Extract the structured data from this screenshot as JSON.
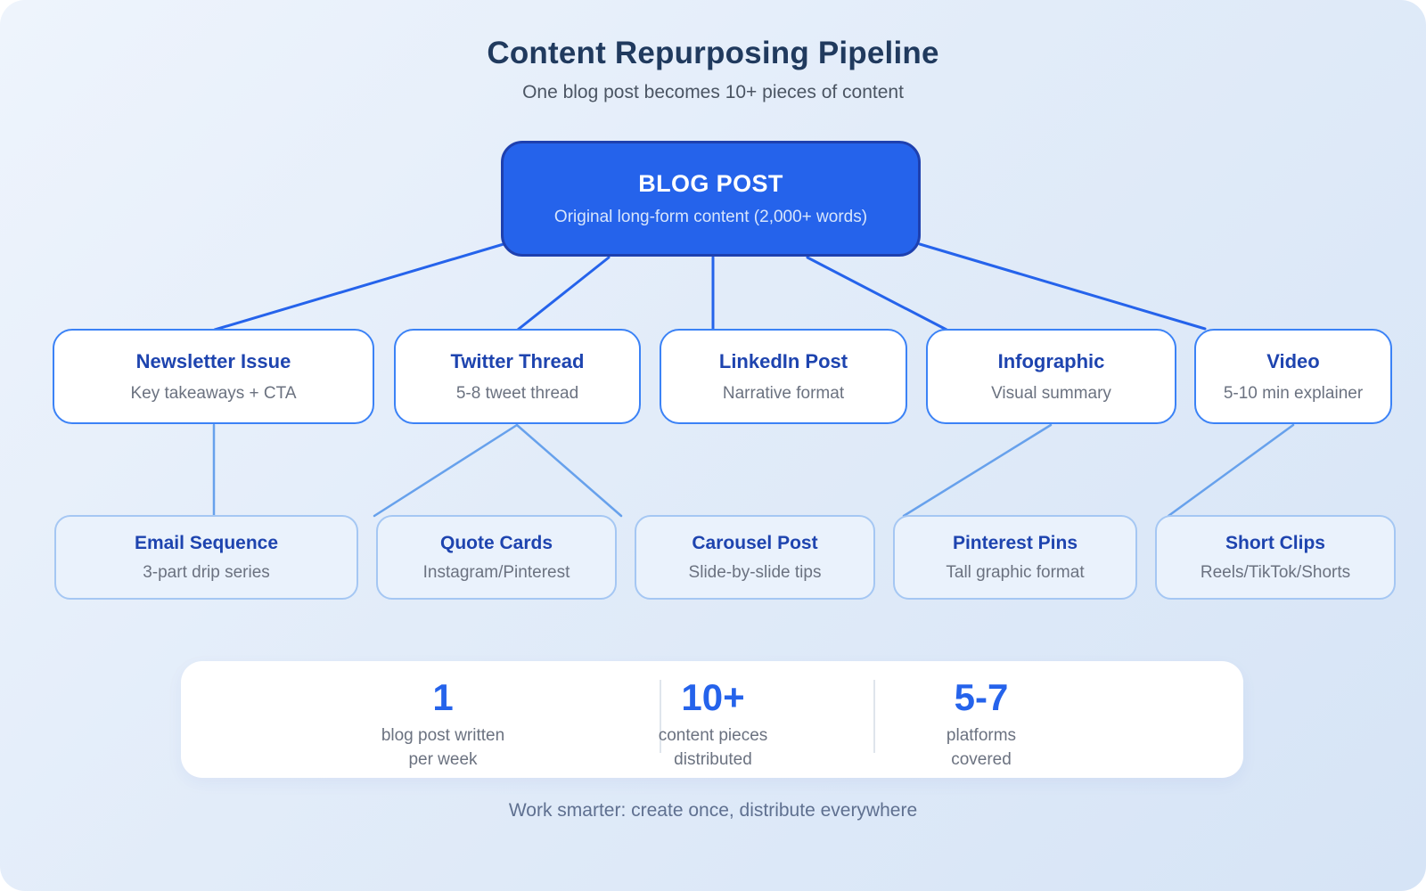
{
  "header": {
    "title": "Content Repurposing Pipeline",
    "subtitle": "One blog post becomes 10+ pieces of content"
  },
  "root_node": {
    "title": "BLOG POST",
    "subtitle": "Original long-form content (2,000+ words)"
  },
  "level2_nodes": [
    {
      "title": "Newsletter Issue",
      "subtitle": "Key takeaways + CTA"
    },
    {
      "title": "Twitter Thread",
      "subtitle": "5-8 tweet thread"
    },
    {
      "title": "LinkedIn Post",
      "subtitle": "Narrative format"
    },
    {
      "title": "Infographic",
      "subtitle": "Visual summary"
    },
    {
      "title": "Video",
      "subtitle": "5-10 min explainer"
    }
  ],
  "level3_nodes": [
    {
      "title": "Email Sequence",
      "subtitle": "3-part drip series"
    },
    {
      "title": "Quote Cards",
      "subtitle": "Instagram/Pinterest"
    },
    {
      "title": "Carousel Post",
      "subtitle": "Slide-by-slide tips"
    },
    {
      "title": "Pinterest Pins",
      "subtitle": "Tall graphic format"
    },
    {
      "title": "Short Clips",
      "subtitle": "Reels/TikTok/Shorts"
    }
  ],
  "stats": [
    {
      "value": "1",
      "label_line1": "blog post written",
      "label_line2": "per week"
    },
    {
      "value": "10+",
      "label_line1": "content pieces",
      "label_line2": "distributed"
    },
    {
      "value": "5-7",
      "label_line1": "platforms",
      "label_line2": "covered"
    }
  ],
  "footer": {
    "note": "Work smarter: create once, distribute everywhere"
  },
  "colors": {
    "root_fill": "#2563eb",
    "root_border": "#1e40af",
    "node_border": "#3b82f6",
    "node_title": "#1e44af",
    "subnode_fill": "#eaf2fc",
    "subnode_border": "#a5c7f3",
    "stat_value": "#2563eb",
    "muted_text": "#6b7280",
    "heading_text": "#203a5e",
    "connector_dark": "#2563eb",
    "connector_light": "#67a1ec"
  }
}
